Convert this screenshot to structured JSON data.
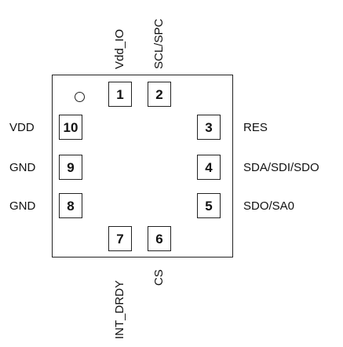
{
  "pins": [
    {
      "number": "1",
      "name": "Vdd_IO"
    },
    {
      "number": "2",
      "name": "SCL/SPC"
    },
    {
      "number": "3",
      "name": "RES"
    },
    {
      "number": "4",
      "name": "SDA/SDI/SDO"
    },
    {
      "number": "5",
      "name": "SDO/SA0"
    },
    {
      "number": "6",
      "name": "CS"
    },
    {
      "number": "7",
      "name": "INT_DRDY"
    },
    {
      "number": "8",
      "name": "GND"
    },
    {
      "number": "9",
      "name": "GND"
    },
    {
      "number": "10",
      "name": "VDD"
    }
  ]
}
